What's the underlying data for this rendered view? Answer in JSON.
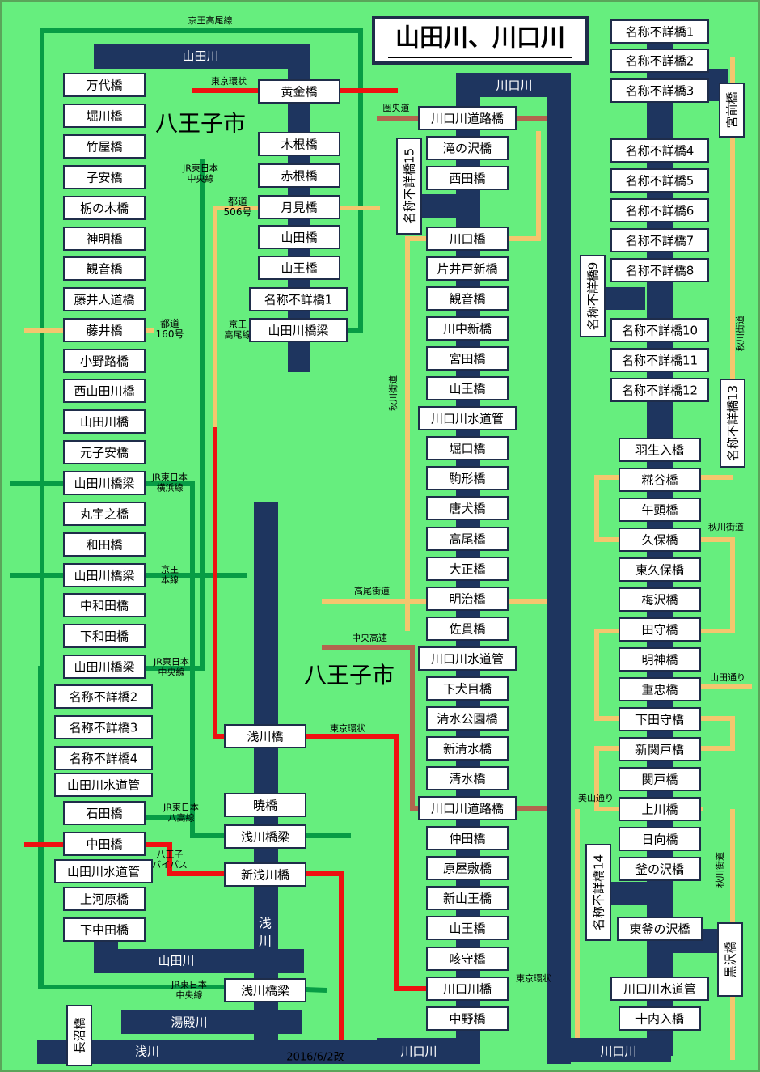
{
  "title": "山田川、川口川",
  "footer_note": "2016/6/2改",
  "colors": {
    "background": "#66ee7e",
    "border": "#5aa55a",
    "river": "#1e355f",
    "river_label": "#ffffff",
    "bridge_fill": "#ffffff",
    "bridge_border": "#1f2d4a",
    "rail": "#079c45",
    "loop_road": "#ee1111",
    "road": "#f4c66e",
    "expressway": "#b2654e",
    "text": "#000000"
  },
  "city_labels": [
    "八王子市",
    "八王子市"
  ],
  "rivers": [
    {
      "name": "山田川",
      "labels": [
        "山田川",
        "山田川"
      ]
    },
    {
      "name": "川口川",
      "labels": [
        "川口川",
        "川口川",
        "川口川"
      ]
    },
    {
      "name": "浅川",
      "labels": [
        "浅川",
        "浅川"
      ]
    },
    {
      "name": "湯殿川",
      "labels": [
        "湯殿川"
      ]
    }
  ],
  "route_labels": {
    "keio_takao_top": "京王高尾線",
    "tokyo_kanjo_1": "東京環状",
    "jr_chuo_1": "JR東日本 中央線",
    "toudou_506": "都道 506号",
    "toudou_160": "都道 160号",
    "keio_takao_mid": "京王 高尾線",
    "jr_yokohama": "JR東日本 横浜線",
    "keio_hon": "京王 本線",
    "jr_chuo_2": "JR東日本 中央線",
    "tokyo_kanjo_2": "東京環状",
    "jr_hachiko": "JR東日本 八高線",
    "hachioji_bypass": "八王子 バイパス",
    "jr_chuo_3": "JR東日本 中央線",
    "ken_o": "圏央道",
    "akikawa_1": "秋川街道",
    "takao_kaido": "高尾街道",
    "chuo_kosoku": "中央高速",
    "tokyo_kanjo_3": "東京環状",
    "akikawa_2": "秋川街道",
    "akikawa_3": "秋川街道",
    "yamada_dori": "山田通り",
    "miyama_dori": "美山通り",
    "akikawa_4": "秋川街道"
  },
  "bridges": {
    "col1": [
      "万代橋",
      "堀川橋",
      "竹屋橋",
      "子安橋",
      "栃の木橋",
      "神明橋",
      "観音橋",
      "藤井人道橋",
      "藤井橋",
      "小野路橋",
      "西山田川橋",
      "山田川橋",
      "元子安橋",
      "山田川橋梁",
      "丸宇之橋",
      "和田橋",
      "山田川橋梁",
      "中和田橋",
      "下和田橋",
      "山田川橋梁",
      "名称不詳橋2",
      "名称不詳橋3",
      "名称不詳橋4",
      "山田川水道管",
      "石田橋",
      "中田橋",
      "山田川水道管",
      "上河原橋",
      "下中田橋"
    ],
    "col2": [
      "黄金橋",
      "木根橋",
      "赤根橋",
      "月見橋",
      "山田橋",
      "山王橋",
      "名称不詳橋1",
      "山田川橋梁"
    ],
    "asakawa": [
      "浅川橋",
      "暁橋",
      "浅川橋梁",
      "新浅川橋",
      "浅川橋梁"
    ],
    "col3": [
      "川口川道路橋",
      "滝の沢橋",
      "西田橋",
      "川口橋",
      "片井戸新橋",
      "観音橋",
      "川中新橋",
      "宮田橋",
      "山王橋",
      "川口川水道管",
      "堀口橋",
      "駒形橋",
      "唐犬橋",
      "高尾橋",
      "大正橋",
      "明治橋",
      "佐貫橋",
      "川口川水道管",
      "下犬目橋",
      "清水公園橋",
      "新清水橋",
      "清水橋",
      "川口川道路橋",
      "仲田橋",
      "原屋敷橋",
      "新山王橋",
      "山王橋",
      "咳守橋",
      "川口川橋",
      "中野橋"
    ],
    "col3_vertical": "名称不詳橋15",
    "col4_vertical_9": "名称不詳橋9",
    "col4_vertical_14": "名称不詳橋14",
    "col5_top": [
      "名称不詳橋1",
      "名称不詳橋2",
      "名称不詳橋3",
      "名称不詳橋4",
      "名称不詳橋5",
      "名称不詳橋6",
      "名称不詳橋7",
      "名称不詳橋8",
      "名称不詳橋10",
      "名称不詳橋11",
      "名称不詳橋12"
    ],
    "col5_bottom": [
      "羽生入橋",
      "糀谷橋",
      "午頭橋",
      "久保橋",
      "東久保橋",
      "梅沢橋",
      "田守橋",
      "明神橋",
      "重忠橋",
      "下田守橋",
      "新関戸橋",
      "関戸橋",
      "上川橋",
      "日向橋",
      "釜の沢橋",
      "東釜の沢橋",
      "川口川水道管",
      "十内入橋"
    ],
    "vertical_miyamae": "宮前橋",
    "vertical_13": "名称不詳橋13",
    "vertical_kurosawa": "黒沢橋",
    "vertical_naganuma": "長沼橋"
  }
}
